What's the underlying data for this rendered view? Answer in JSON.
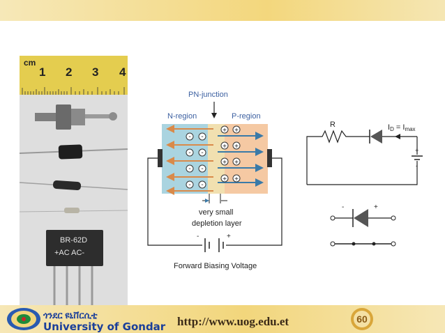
{
  "header_band_color": "#f3d77d",
  "footer": {
    "university_amharic": "ጎንደር ዩኒቨርሲቲ",
    "university_name": "University of Gondar",
    "url": "http://www.uog.edu.et",
    "anniversary_number": "60"
  },
  "photo": {
    "ruler_unit": "cm",
    "ruler_numbers": [
      "1",
      "2",
      "3",
      "4"
    ],
    "bridge_label_line1": "BR-62D",
    "bridge_label_line2": "+AC AC-"
  },
  "junction": {
    "pn_junction_label": "PN-junction",
    "n_region_label": "N-region",
    "p_region_label": "P-region",
    "minus_sign": "-",
    "plus_sign": "+",
    "depletion_line1": "very small",
    "depletion_line2": "depletion layer",
    "battery_minus": "-",
    "battery_plus": "+",
    "caption": "Forward Biasing Voltage",
    "n_region_color": "#aad4e0",
    "p_region_color": "#f5c9a3"
  },
  "circuit": {
    "resistor_label": "R",
    "current_label": "I",
    "current_sub": "D",
    "equals": " = I",
    "max_sub": "max",
    "battery_plus": "+",
    "battery_minus": "-"
  },
  "diode_symbol": {
    "minus_label": "-",
    "plus_label": "+"
  }
}
